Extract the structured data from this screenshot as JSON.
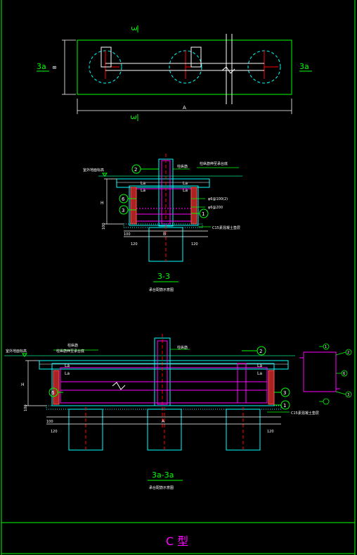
{
  "colors": {
    "background": "#000000",
    "frame": "#00ff00",
    "concrete": "#00ffff",
    "rebar": "#ff00ff",
    "pile_axis": "#ff0000",
    "annotation": "#ffffff",
    "hatch": "#cc2222",
    "callout": "#00ff00",
    "ground": "#00aa66",
    "title": "#ff00ff"
  },
  "plan_view": {
    "section_mark_top": "3",
    "section_mark_bottom": "3",
    "left_label": "3a",
    "right_label": "3a",
    "dim_width": "A",
    "dim_height": "B"
  },
  "section_33": {
    "callouts": [
      "2",
      "6",
      "3",
      "1"
    ],
    "labels": {
      "ground": "室外地面标高",
      "column_rebar": "柱纵筋",
      "anchor_note": "柱纵筋伸至承台底",
      "stirrup_1": "φ6@100(2)",
      "stirrup_2": "φ6@200",
      "cushion": "C15素混凝土垫层",
      "la_1": "La",
      "la_2": "La",
      "la_3": "La",
      "la_4": "La",
      "dim_h": "H",
      "dim_100_v": "100",
      "dim_100_h": "100",
      "dim_120_l": "120",
      "dim_120_r": "120",
      "dim_b": "B"
    },
    "title": "3-3",
    "subtitle": "承台配筋示意图"
  },
  "section_3a": {
    "callouts": [
      "2",
      "6",
      "3",
      "1"
    ],
    "labels": {
      "ground": "室外地面标高",
      "column_rebar": "柱纵筋",
      "anchor_note": "柱纵筋伸至承台底",
      "column_note": "柱纵筋",
      "cushion": "C15素混凝土垫层",
      "la_1": "La",
      "la_2": "La",
      "la_3": "La",
      "la_4": "La",
      "dim_h": "H",
      "dim_100_v": "100",
      "dim_100_h": "100",
      "dim_120_l": "120",
      "dim_120_r": "120",
      "dim_a": "A"
    },
    "title": "3a-3a",
    "subtitle": "承台配筋示意图"
  },
  "stirrup_detail": {
    "callouts": [
      "1",
      "2",
      "3",
      "6"
    ]
  },
  "footer": {
    "title": "C 型"
  }
}
